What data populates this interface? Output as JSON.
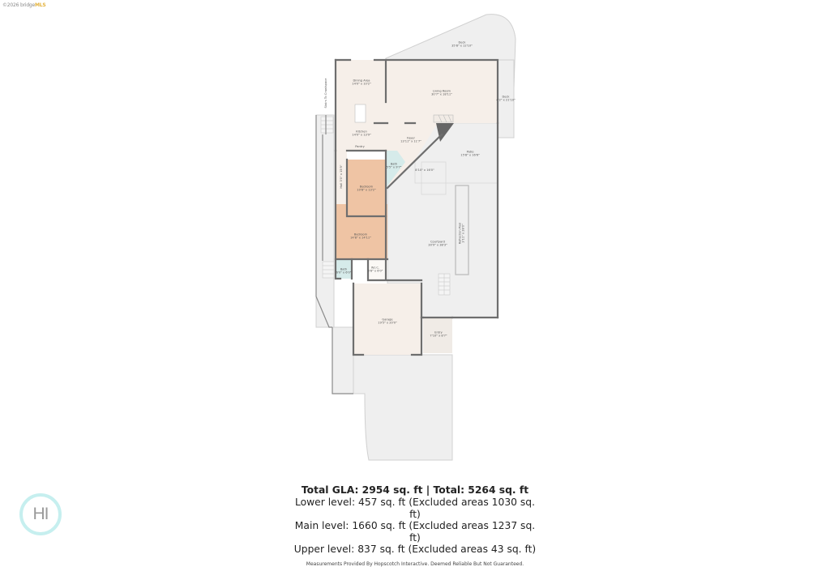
{
  "watermark": {
    "prefix": "©2026 bridge",
    "brand": "MLS"
  },
  "floor_plan": {
    "rooms": [
      {
        "id": "deck-top",
        "name": "Deck",
        "dims": "35'8\" x 12'10\""
      },
      {
        "id": "dining",
        "name": "Dining Area",
        "dims": "14'0\" x 10'2\""
      },
      {
        "id": "living",
        "name": "Living Room",
        "dims": "30'7\" x 18'11\""
      },
      {
        "id": "deck-side",
        "name": "Deck",
        "dims": "4'2\" x 21'10\""
      },
      {
        "id": "kitchen",
        "name": "Kitchen",
        "dims": "14'0\" x 13'9\""
      },
      {
        "id": "foyer",
        "name": "Foyer",
        "dims": "13'11\" x 11'7\""
      },
      {
        "id": "pantry",
        "name": "Pantry",
        "dims": ""
      },
      {
        "id": "bath-1",
        "name": "Bath",
        "dims": "5'5\" x 9'7\""
      },
      {
        "id": "patio",
        "name": "Patio",
        "dims": "15'8\" x 16'6\""
      },
      {
        "id": "unlabeled",
        "name": "",
        "dims": "8'10\" x 16'0\""
      },
      {
        "id": "hall",
        "name": "Hall",
        "dims": "3'0\" x 15'9\""
      },
      {
        "id": "bedroom-1",
        "name": "Bedroom",
        "dims": "10'8\" x 13'2\""
      },
      {
        "id": "bedroom-2",
        "name": "Bedroom",
        "dims": "14'8\" x 14'11\""
      },
      {
        "id": "courtyard",
        "name": "Courtyard",
        "dims": "30'9\" x 38'3\""
      },
      {
        "id": "reflection-pool",
        "name": "Reflection Pool",
        "dims": "3'11\" x 28'0\""
      },
      {
        "id": "bath-2",
        "name": "Bath",
        "dims": "6'0\" x 6'0\""
      },
      {
        "id": "wic",
        "name": "W.I.C.",
        "dims": "5'8\" x 6'0\""
      },
      {
        "id": "garage",
        "name": "Garage",
        "dims": "19'5\" x 20'0\""
      },
      {
        "id": "entry",
        "name": "Entry",
        "dims": "7'10\" x 8'7\""
      }
    ],
    "side_label": "Stairs To Crawlspace"
  },
  "summary": {
    "total": "Total GLA: 2954 sq. ft | Total: 5264 sq. ft",
    "lower": "Lower level: 457 sq. ft (Excluded areas 1030 sq. ft)",
    "main": "Main level: 1660 sq. ft (Excluded areas 1237 sq. ft)",
    "upper": "Upper level: 837 sq. ft (Excluded areas 43 sq. ft)",
    "disclaimer": "Measurements Provided By Hopscotch Interactive. Deemed Reliable But Not Guaranteed."
  },
  "logo": {
    "text": "HI"
  },
  "colors": {
    "wall": "#6e6e6e",
    "interior": "#f6efe9",
    "bedroom": "#efc4a4",
    "bath": "#d6ebea",
    "exterior": "#efefef",
    "logo_ring": "#c6efef"
  }
}
